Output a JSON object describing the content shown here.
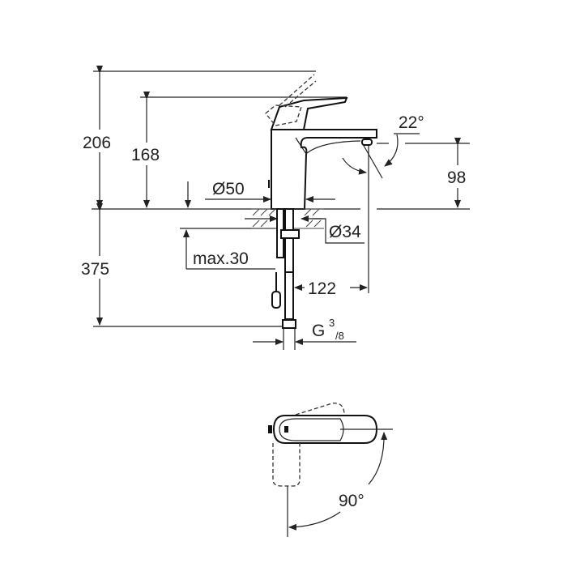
{
  "dimensions": {
    "total_height": "206",
    "lever_height": "168",
    "spout_height": "98",
    "spout_angle": "22°",
    "base_diameter": "Ø50",
    "hole_diameter": "Ø34",
    "max_counter_thickness": "max.30",
    "hose_length": "375",
    "spout_reach": "122",
    "connection_thread": "G",
    "connection_thread_num": "3",
    "connection_thread_den": "/8",
    "lever_rotation": "90°"
  }
}
